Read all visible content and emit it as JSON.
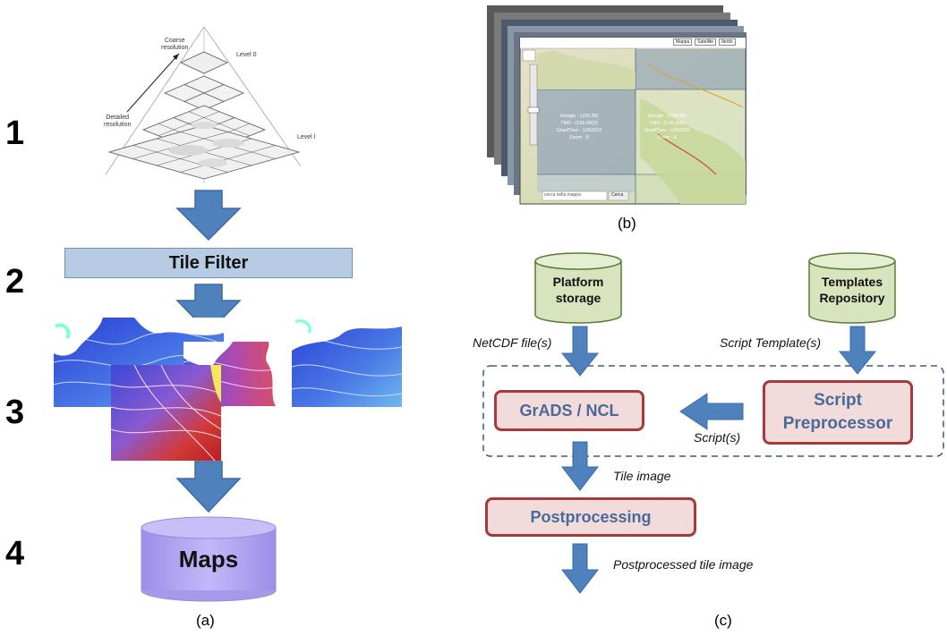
{
  "steps": [
    "1",
    "2",
    "3",
    "4"
  ],
  "captions": {
    "a": "(a)",
    "b": "(b)",
    "c": "(c)"
  },
  "pyramid": {
    "coarse_label_line1": "Coarse",
    "coarse_label_line2": "resolution",
    "detailed_label_line1": "Detailed",
    "detailed_label_line2": "resolution",
    "level0_label": "Level 0",
    "level1_label": "Level l"
  },
  "tile_filter_label": "Tile Filter",
  "maps_label": "Maps",
  "map_window": {
    "tabs": [
      "Mappa",
      "Satellite",
      "Ibrido"
    ],
    "tile_info": [
      {
        "lines": [
          "Google : (196,98)",
          "TMS : (136,96(0)",
          "QuadTree : 1202022",
          "Zoom : 8"
        ]
      },
      {
        "lines": [
          "Google : (138,99)",
          "TMS : (138,156)",
          "QuadTree : 1202023",
          "Zoom : 8"
        ]
      }
    ],
    "search_placeholder": "cerca nella mappa",
    "search_button": "Cerca"
  },
  "flow": {
    "platform_storage": [
      "Platform",
      "storage"
    ],
    "templates_repository": [
      "Templates",
      "Repository"
    ],
    "netcdf_label": "NetCDF file(s)",
    "script_template_label": "Script Template(s)",
    "grads_label": "GrADS / NCL",
    "script_preprocessor": [
      "Script",
      "Preprocessor"
    ],
    "script_label": "Script(s)",
    "tile_image_label": "Tile image",
    "postprocessing_label": "Postprocessing",
    "postprocessed_label": "Postprocessed tile image"
  },
  "colors": {
    "arrow": "#4f81bd",
    "arrow_stroke": "#3a6ba5",
    "cylinder_fill": "#d7e4bd",
    "cylinder_stroke": "#5a7a32",
    "process_fill": "#f2dcdb",
    "process_stroke": "#a63a3a",
    "maps_fill": "#b4a7f0"
  }
}
